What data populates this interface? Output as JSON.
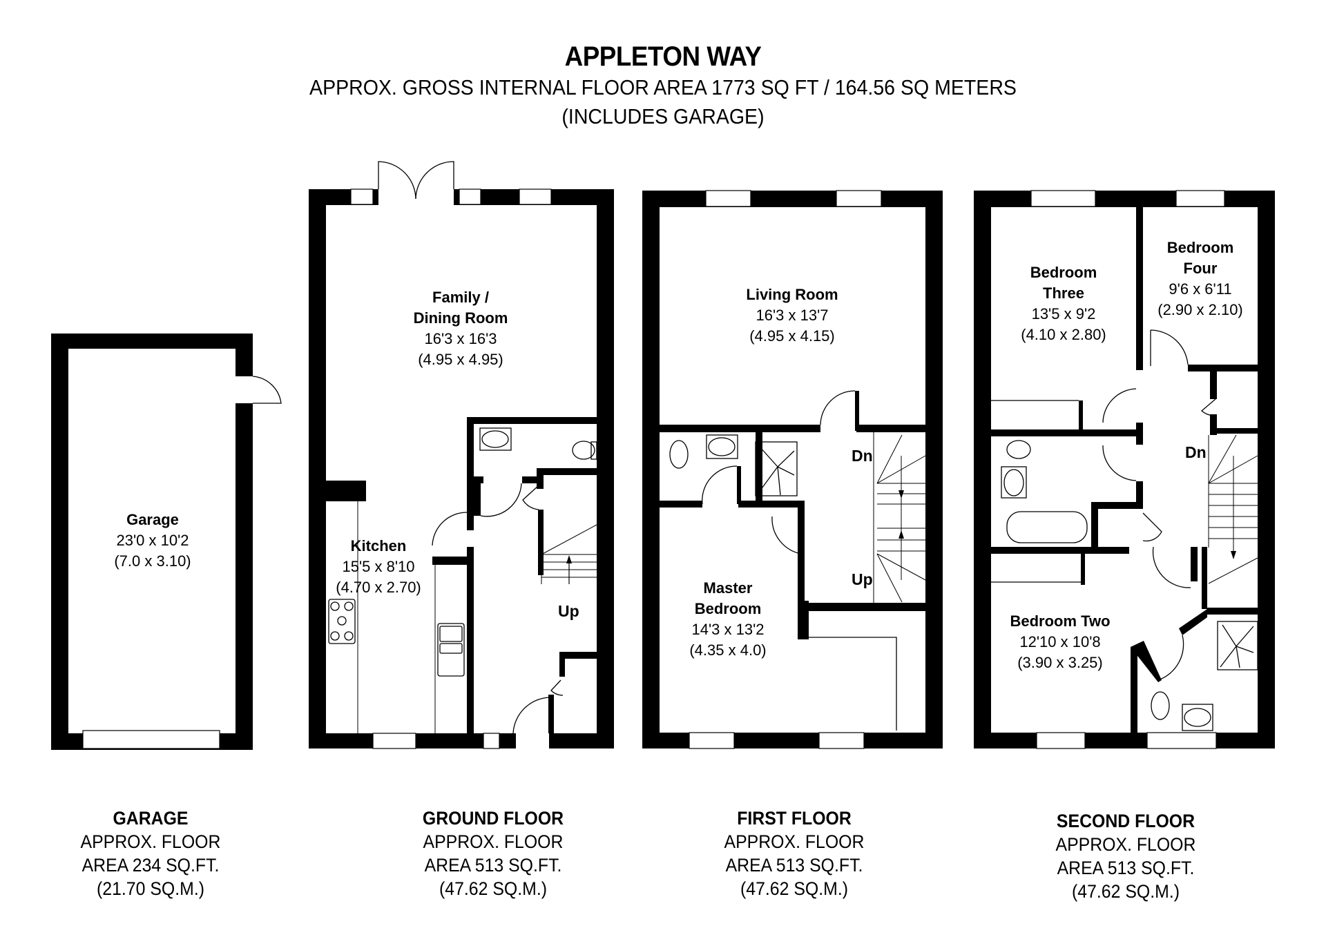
{
  "header": {
    "title": "APPLETON WAY",
    "subtitle": "APPROX. GROSS INTERNAL FLOOR AREA 1773 SQ FT / 164.56 SQ METERS",
    "note": "(INCLUDES GARAGE)"
  },
  "rooms": {
    "garage": {
      "name": "Garage",
      "imperial": "23'0 x 10'2",
      "metric": "(7.0 x 3.10)"
    },
    "family_dining": {
      "name": "Family /\nDining Room",
      "imperial": "16'3 x 16'3",
      "metric": "(4.95 x 4.95)"
    },
    "kitchen": {
      "name": "Kitchen",
      "imperial": "15'5 x 8'10",
      "metric": "(4.70 x 2.70)"
    },
    "living_room": {
      "name": "Living Room",
      "imperial": "16'3 x 13'7",
      "metric": "(4.95 x 4.15)"
    },
    "master_bedroom": {
      "name": "Master\nBedroom",
      "imperial": "14'3 x 13'2",
      "metric": "(4.35 x 4.0)"
    },
    "bedroom_three": {
      "name": "Bedroom\nThree",
      "imperial": "13'5 x 9'2",
      "metric": "(4.10 x 2.80)"
    },
    "bedroom_four": {
      "name": "Bedroom\nFour",
      "imperial": "9'6 x 6'11",
      "metric": "(2.90 x 2.10)"
    },
    "bedroom_two": {
      "name": "Bedroom Two",
      "imperial": "12'10 x 10'8",
      "metric": "(3.90 x 3.25)"
    }
  },
  "stairs": {
    "ground_up": "Up",
    "first_dn": "Dn",
    "first_up": "Up",
    "second_dn": "Dn"
  },
  "floors": [
    {
      "name": "GARAGE",
      "line1": "APPROX. FLOOR",
      "line2": "AREA 234 SQ.FT.",
      "line3": "(21.70 SQ.M.)"
    },
    {
      "name": "GROUND FLOOR",
      "line1": "APPROX. FLOOR",
      "line2": "AREA 513 SQ.FT.",
      "line3": "(47.62 SQ.M.)"
    },
    {
      "name": "FIRST FLOOR",
      "line1": "APPROX. FLOOR",
      "line2": "AREA 513 SQ.FT.",
      "line3": "(47.62 SQ.M.)"
    },
    {
      "name": "SECOND FLOOR",
      "line1": "APPROX. FLOOR",
      "line2": "AREA 513 SQ.FT.",
      "line3": "(47.62 SQ.M.)"
    }
  ],
  "colors": {
    "wall": "#000000",
    "background": "#ffffff"
  }
}
